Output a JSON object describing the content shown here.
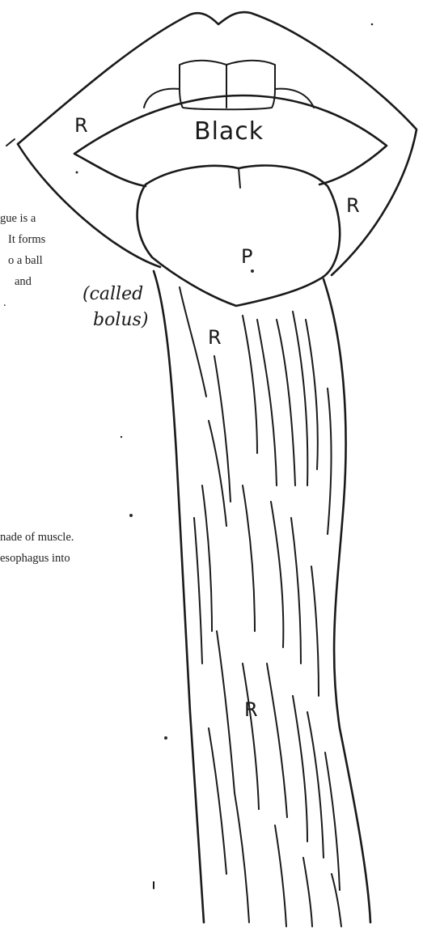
{
  "labels": {
    "mouth_color": "Black",
    "lips_upper_left": "R",
    "lips_right": "R",
    "tongue": "P",
    "esophagus_top": "R",
    "esophagus_bottom": "R",
    "bolus_note_line1": "(called",
    "bolus_note_line2": "bolus)"
  },
  "printed_text": {
    "tongue_lines": [
      "gue is a",
      "It forms",
      "o a ball",
      "and",
      "."
    ],
    "esophagus_lines": [
      "nade of muscle.",
      "esophagus into"
    ]
  }
}
